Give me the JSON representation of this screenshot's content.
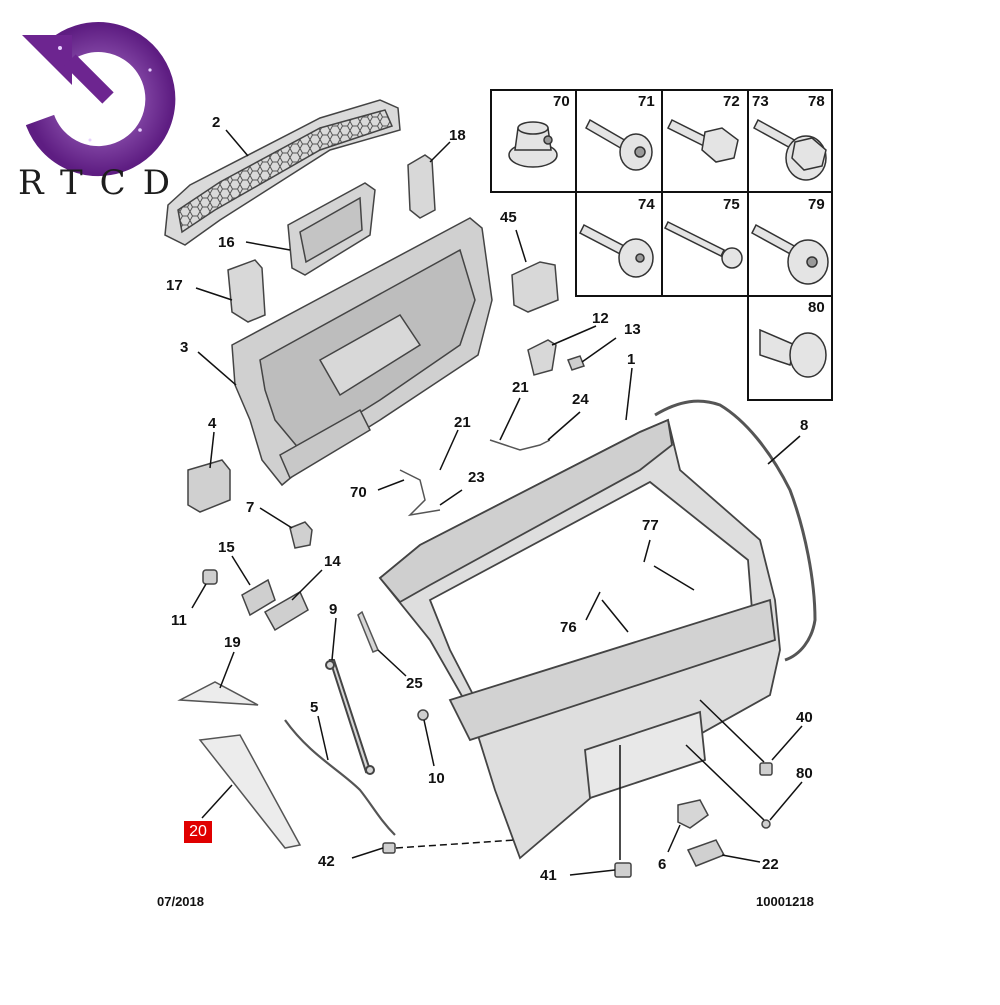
{
  "logo": {
    "text": "RTCD",
    "colors": {
      "primary": "#7a2a9a",
      "sparkle": "#c9a0e8"
    }
  },
  "footer": {
    "date": "07/2018",
    "reference": "10001218"
  },
  "highlighted_part": "20",
  "hardware_table": [
    {
      "labels": [
        "70"
      ],
      "icon": "flange-nut-icon"
    },
    {
      "labels": [
        "71"
      ],
      "icon": "collar-stud-icon"
    },
    {
      "labels": [
        "72"
      ],
      "icon": "hex-bolt-icon"
    },
    {
      "labels": [
        "73",
        "78"
      ],
      "icon": "flange-screw-icon"
    },
    {
      "labels": [
        "74"
      ],
      "icon": "self-tapping-screw-icon"
    },
    {
      "labels": [
        "75"
      ],
      "icon": "wood-screw-icon"
    },
    {
      "labels": [
        "79"
      ],
      "icon": "torx-screw-icon"
    },
    {
      "labels": [
        "80"
      ],
      "icon": "push-clip-icon"
    }
  ],
  "callouts": [
    "2",
    "18",
    "16",
    "17",
    "3",
    "4",
    "7",
    "15",
    "14",
    "11",
    "19",
    "20",
    "9",
    "5",
    "25",
    "10",
    "42",
    "41",
    "6",
    "22",
    "40",
    "80",
    "76",
    "77",
    "8",
    "1",
    "24",
    "21",
    "23",
    "70",
    "12",
    "13",
    "45"
  ]
}
